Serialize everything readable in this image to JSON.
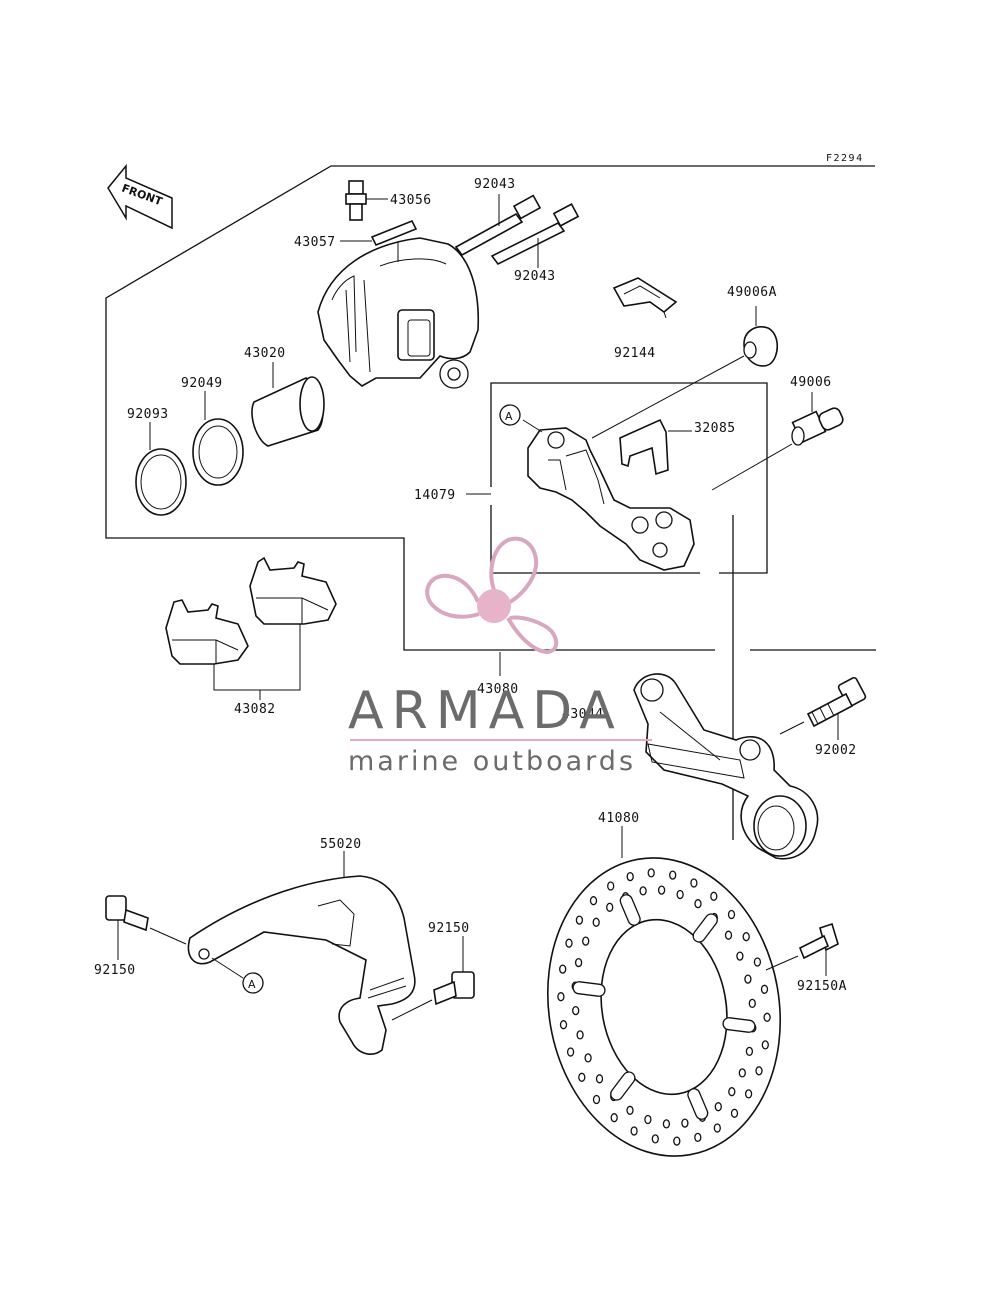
{
  "figure_ref": "F2294",
  "front_label": "FRONT",
  "callout_letter": "A",
  "parts": {
    "p43056": "43056",
    "p43057": "43057",
    "p92043a": "92043",
    "p92043b": "92043",
    "p43020": "43020",
    "p92049": "92049",
    "p92093": "92093",
    "p92144": "92144",
    "p49006A": "49006A",
    "p49006": "49006",
    "p32085": "32085",
    "p14079": "14079",
    "p43080": "43080",
    "p43082": "43082",
    "p43044": "43044",
    "p92002": "92002",
    "p55020": "55020",
    "p41080": "41080",
    "p92150a": "92150",
    "p92150b": "92150",
    "p92150A": "92150A"
  },
  "watermark": {
    "brand": "ARMADA",
    "tagline": "marine outboards",
    "colors": {
      "propeller": "#d9a7bf",
      "hub": "#e7b3c9",
      "text": "#6b6b6b",
      "rule": "#e6a9c4"
    }
  }
}
